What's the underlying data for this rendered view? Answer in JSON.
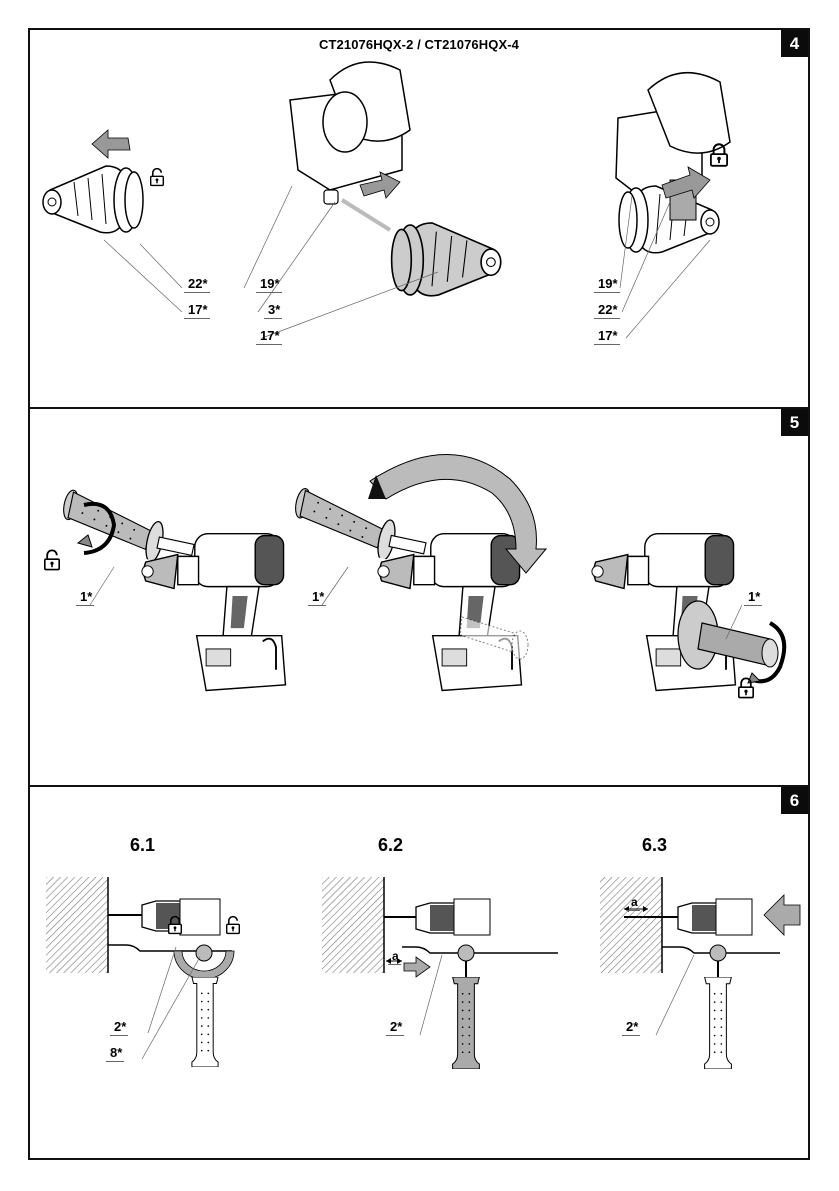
{
  "document": {
    "panel_4": {
      "badge": "4",
      "title": "CT21076HQX-2 / CT21076HQX-4",
      "figures": [
        {
          "name": "chuck-unlock",
          "callouts": [
            "22*",
            "17*"
          ],
          "icons": [
            "arrow-left-icon",
            "unlock-icon"
          ]
        },
        {
          "name": "chuck-insert",
          "callouts": [
            "19*",
            "3*",
            "17*"
          ],
          "icons": [
            "arrow-right-icon"
          ]
        },
        {
          "name": "chuck-lock",
          "callouts": [
            "19*",
            "22*",
            "17*"
          ],
          "icons": [
            "arrow-right-icon",
            "lock-icon"
          ]
        }
      ]
    },
    "panel_5": {
      "badge": "5",
      "figures": [
        {
          "name": "handle-loosen",
          "callouts": [
            "1*"
          ],
          "icons": [
            "rotate-arrow-icon",
            "unlock-icon"
          ]
        },
        {
          "name": "handle-swing",
          "callouts": [
            "1*"
          ],
          "icons": [
            "curved-arrow-icon"
          ]
        },
        {
          "name": "handle-tighten",
          "callouts": [
            "1*"
          ],
          "icons": [
            "rotate-arrow-icon",
            "lock-icon"
          ]
        }
      ]
    },
    "panel_6": {
      "badge": "6",
      "steps": [
        {
          "label": "6.1",
          "callouts": [
            "2*",
            "8*"
          ],
          "icons": [
            "lock-icon",
            "unlock-icon",
            "rotate-arrow-icon"
          ]
        },
        {
          "label": "6.2",
          "callouts": [
            "2*"
          ],
          "dimension": "a",
          "icons": [
            "arrow-right-icon"
          ]
        },
        {
          "label": "6.3",
          "callouts": [
            "2*"
          ],
          "dimension": "a",
          "icons": [
            "arrow-left-icon"
          ]
        }
      ]
    }
  }
}
